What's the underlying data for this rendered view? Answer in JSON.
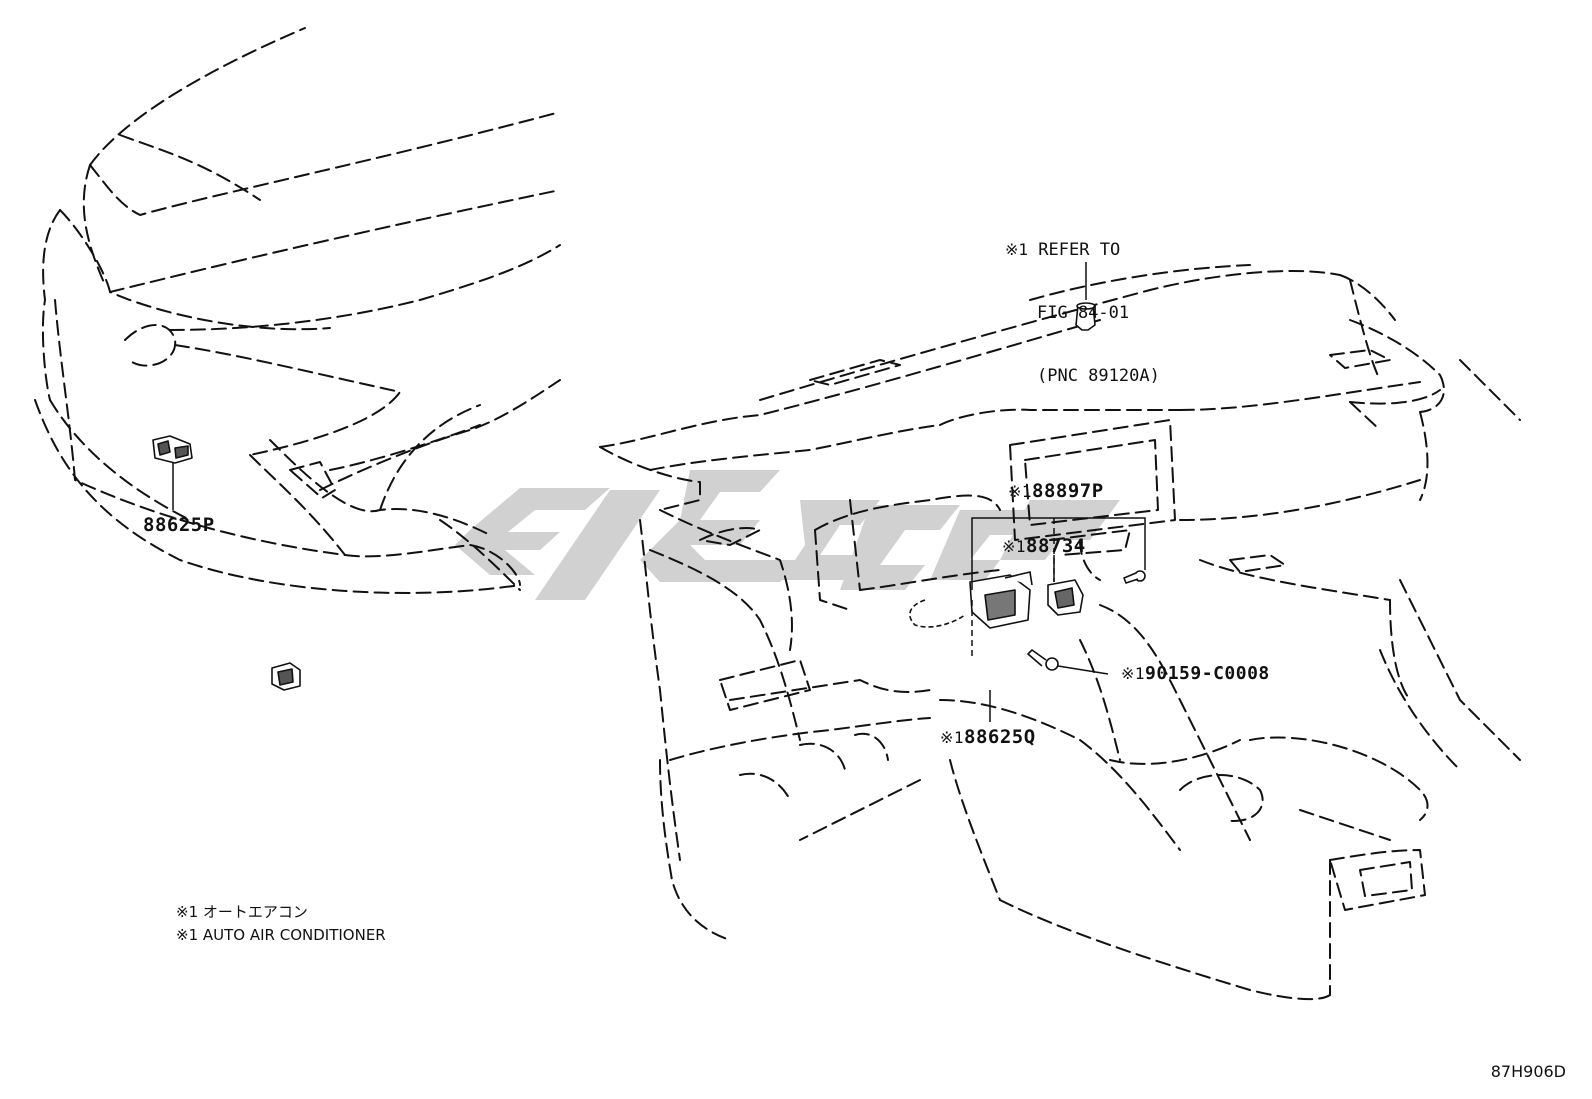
{
  "callouts": {
    "p88625P": {
      "mark": "",
      "part": "88625P"
    },
    "p88897P": {
      "mark": "※1",
      "part": "88897P"
    },
    "p88734": {
      "mark": "※1",
      "part": "88734"
    },
    "p90159": {
      "mark": "※1",
      "part": "90159-C0008"
    },
    "p88625Q": {
      "mark": "※1",
      "part": "88625Q"
    }
  },
  "refer": {
    "mark": "※1",
    "line1": "REFER TO",
    "line2": "FIG 84-01",
    "line3": "(PNC 89120A)"
  },
  "legend": {
    "jp": "※1 オートエアコン",
    "en": "※1 AUTO AIR CONDITIONER"
  },
  "figure_code": "87H906D",
  "colors": {
    "line": "#111111",
    "watermark": "#c8c8c8"
  }
}
